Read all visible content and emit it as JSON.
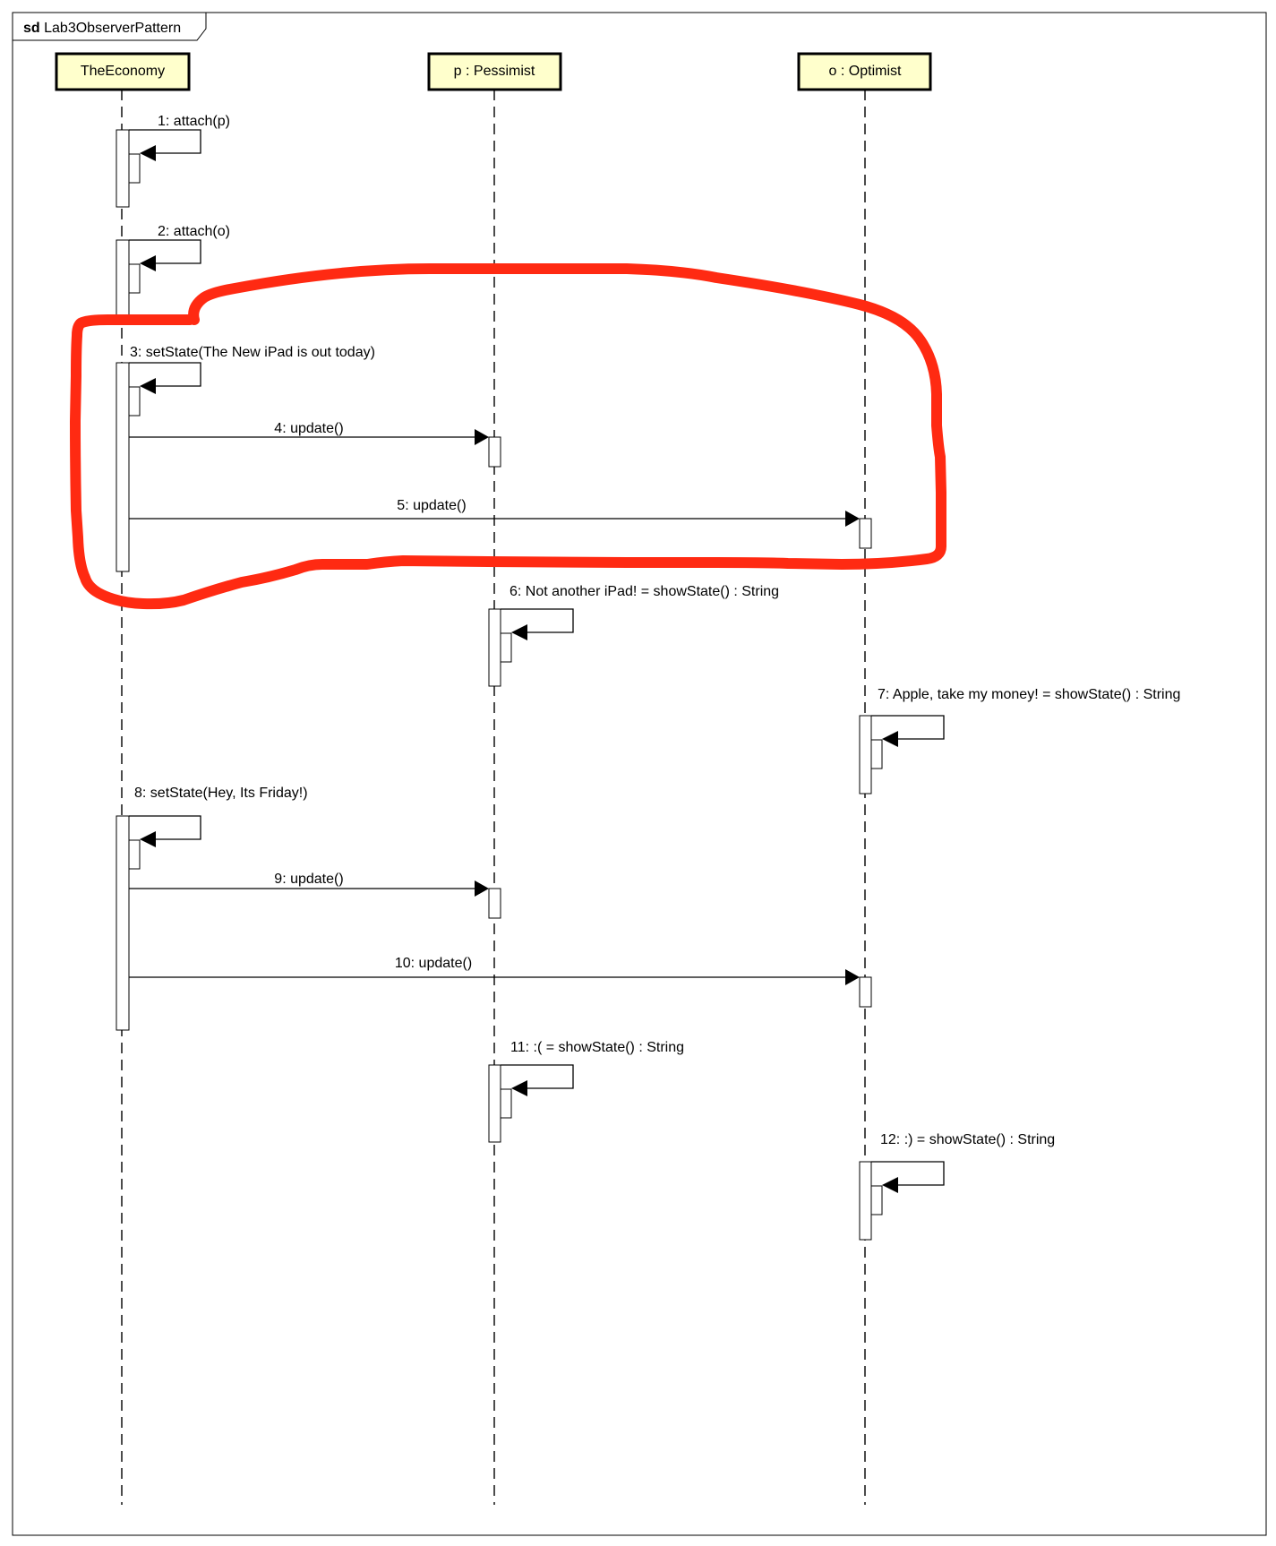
{
  "diagram": {
    "keyword": "sd",
    "name": "Lab3ObserverPattern"
  },
  "lifelines": [
    {
      "id": "economy",
      "label": "TheEconomy"
    },
    {
      "id": "pessimist",
      "label": "p : Pessimist"
    },
    {
      "id": "optimist",
      "label": "o : Optimist"
    }
  ],
  "messages": [
    {
      "n": 1,
      "label": "1: attach(p)",
      "from": "economy",
      "to": "economy"
    },
    {
      "n": 2,
      "label": "2: attach(o)",
      "from": "economy",
      "to": "economy"
    },
    {
      "n": 3,
      "label": "3: setState(The New iPad is out today)",
      "from": "economy",
      "to": "economy"
    },
    {
      "n": 4,
      "label": "4: update()",
      "from": "economy",
      "to": "pessimist"
    },
    {
      "n": 5,
      "label": "5: update()",
      "from": "economy",
      "to": "optimist"
    },
    {
      "n": 6,
      "label": "6: Not another iPad! = showState() : String",
      "from": "pessimist",
      "to": "pessimist"
    },
    {
      "n": 7,
      "label": "7: Apple, take my money! = showState() : String",
      "from": "optimist",
      "to": "optimist"
    },
    {
      "n": 8,
      "label": "8: setState(Hey, Its Friday!)",
      "from": "economy",
      "to": "economy"
    },
    {
      "n": 9,
      "label": "9: update()",
      "from": "economy",
      "to": "pessimist"
    },
    {
      "n": 10,
      "label": "10: update()",
      "from": "economy",
      "to": "optimist"
    },
    {
      "n": 11,
      "label": "11: :( = showState() : String",
      "from": "pessimist",
      "to": "pessimist"
    },
    {
      "n": 12,
      "label": "12: :) = showState() : String",
      "from": "optimist",
      "to": "optimist"
    }
  ],
  "highlight_color": "#ff2a12",
  "lifeline_fill": "#ffffcc"
}
